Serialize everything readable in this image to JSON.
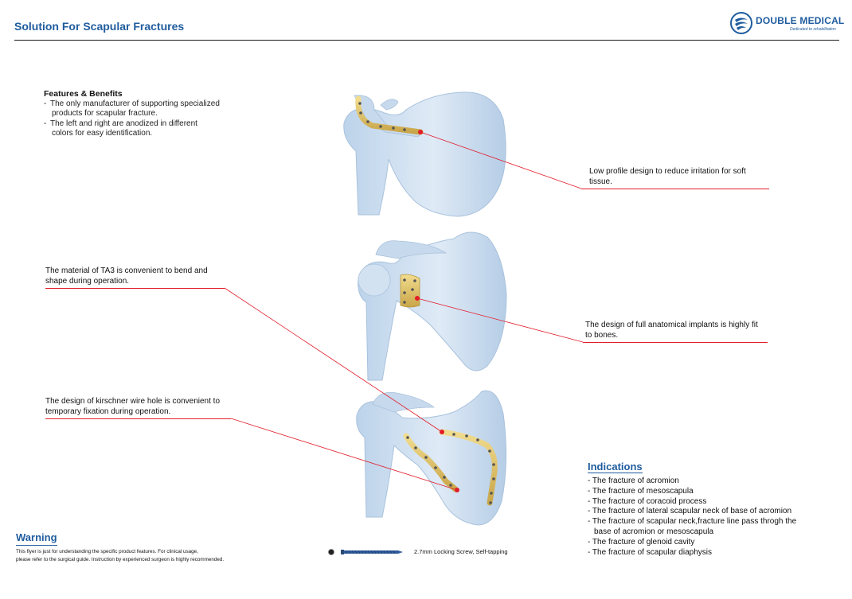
{
  "header": {
    "title": "Solution For Scapular Fractures",
    "logo_text": "DOUBLE MEDICAL",
    "logo_tagline": "Dedicated to rehabilitation",
    "logo_icon": "double-medical-logo"
  },
  "features": {
    "title": "Features & Benefits",
    "items": [
      {
        "line1": "The only manufacturer of supporting specialized",
        "line2": "products for scapular fracture."
      },
      {
        "line1": "The left and right are anodized in different",
        "line2": "colors for easy identification."
      }
    ]
  },
  "callouts": {
    "low_profile": {
      "line1": "Low profile design to reduce irritation for  soft",
      "line2": "tissue."
    },
    "ta3": {
      "line1": "The material of TA3 is convenient to bend and",
      "line2": "shape during operation."
    },
    "anatomical": {
      "line1": "The design of full anatomical implants is highly fit",
      "line2": "to bones."
    },
    "kirschner": {
      "line1": "The design of kirschner wire hole is convenient to",
      "line2": "temporary fixation during operation."
    }
  },
  "warning": {
    "title": "Warning",
    "line1": "This flyer is just for understanding the specific product features. For clinical usage,",
    "line2": "please refer to the surgical guide. Instruction by experienced surgeon is highly recommended."
  },
  "screw": {
    "label": "2.7mm Locking Screw, Self-tapping"
  },
  "indications": {
    "title": "Indications",
    "items": [
      {
        "text": "- The fracture of acromion"
      },
      {
        "text": "- The fracture of mesoscapula"
      },
      {
        "text": "- The fracture of coracoid process"
      },
      {
        "text": "- The fracture of lateral scapular neck of base of acromion"
      },
      {
        "text": "- The fracture of scapular neck,fracture line pass throgh the",
        "cont": "base of acromion or mesoscapula"
      },
      {
        "text": "- The fracture of glenoid cavity"
      },
      {
        "text": "- The fracture of scapular diaphysis"
      }
    ]
  },
  "colors": {
    "brand_blue": "#1f5c9e",
    "callout_red": "#e21d2a",
    "bone": "#d4e4f3",
    "plate": "#e2c46a"
  }
}
